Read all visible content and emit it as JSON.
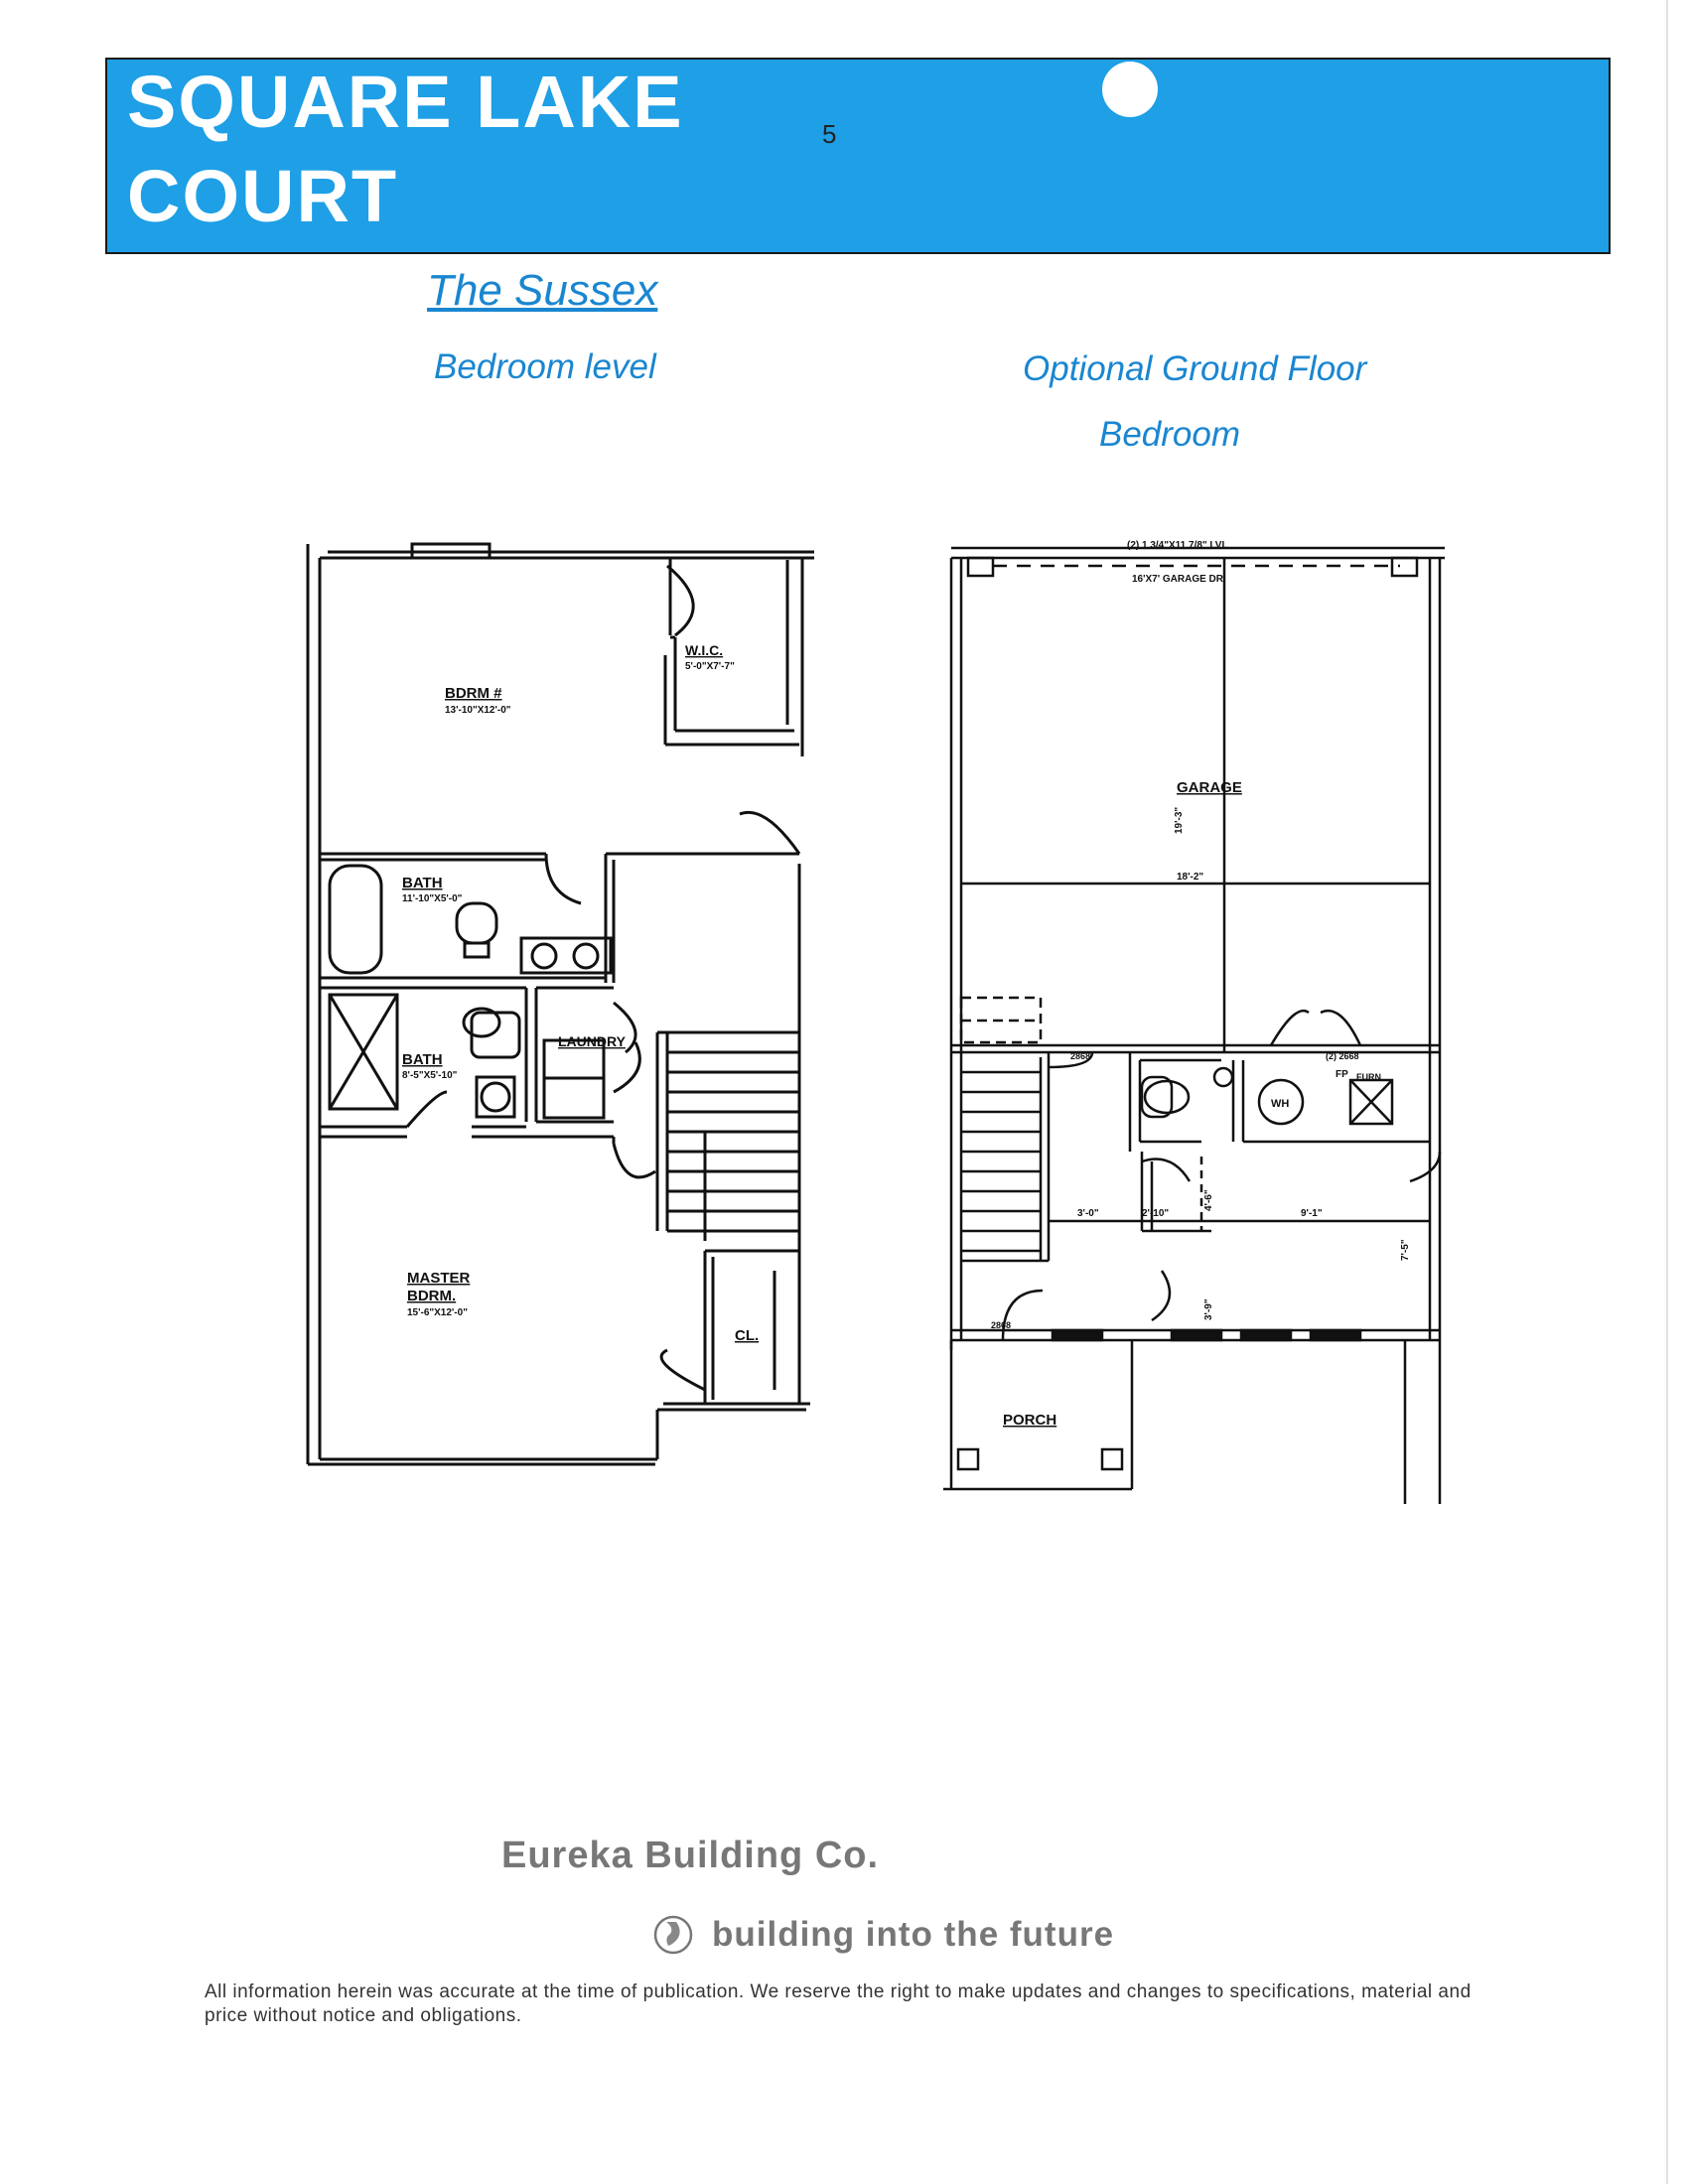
{
  "header": {
    "title_line1": "SQUARE LAKE",
    "title_line2": "COURT",
    "page_number": "5",
    "banner_color": "#1e9fe6"
  },
  "subtitles": {
    "model": "The Sussex",
    "left_caption": "Bedroom level",
    "right_caption_line1": "Optional Ground Floor",
    "right_caption_line2": "Bedroom"
  },
  "bedroom_plan": {
    "bdrm2": "BDRM #",
    "bdrm2_dim": "13'-10\"X12'-0\"",
    "wic": "W.I.C.",
    "wic_dim": "5'-0\"X7'-7\"",
    "bath1": "BATH",
    "bath1_dim": "11'-10\"X5'-0\"",
    "bath2": "BATH",
    "bath2_dim": "8'-5\"X5'-10\"",
    "laundry": "LAUNDRY",
    "master1": "MASTER",
    "master2": "BDRM.",
    "master_dim": "15'-6\"X12'-0\"",
    "closet": "CL."
  },
  "ground_plan": {
    "header_note": "(2) 1 3/4\"X11 7/8\" LVL",
    "garage_door": "16'X7' GARAGE DR",
    "garage": "GARAGE",
    "garage_dim_v": "19'-3\"",
    "garage_dim_h": "18'-2\"",
    "door_1": "2868",
    "door_2": "(2) 2668",
    "door_3": "2868",
    "wh": "WH",
    "furn": "FURN",
    "fp": "FP",
    "dim_a": "3'-0\"",
    "dim_b": "2'-10\"",
    "dim_c": "9'-1\"",
    "dim_d": "7'-5\"",
    "dim_e": "3'-9\"",
    "dim_f": "4'-6\"",
    "porch": "PORCH"
  },
  "footer": {
    "company": "Eureka Building Co.",
    "tagline": "building into the future",
    "disclaimer": "All information herein was accurate at the time of publication. We reserve the right to make updates and changes to specifications, material and price without notice and obligations."
  },
  "icons": [
    "globe-icon"
  ]
}
